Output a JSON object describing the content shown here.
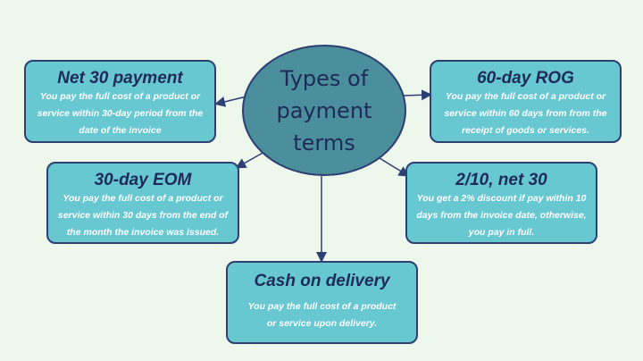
{
  "center": {
    "title": "Types of payment terms"
  },
  "cards": [
    {
      "heading": "Net 30 payment",
      "description": "You pay the full cost of a product or service within 30-day period from the date of the invoice"
    },
    {
      "heading": "60-day ROG",
      "description": "You pay the full cost of a product or service within 60 days from from the receipt of goods or services."
    },
    {
      "heading": "30-day EOM",
      "description": "You pay the full cost of a product or service within 30 days from the end of the month the invoice was issued."
    },
    {
      "heading": "2/10, net 30",
      "description": "You get a 2% discount if pay within 10 days from the invoice date, otherwise, you pay in full."
    },
    {
      "heading": "Cash on delivery",
      "description": "You pay the full cost of a product or service upon delivery."
    }
  ],
  "colors": {
    "background": "#eef7ec",
    "card_fill": "#67c8d2",
    "center_fill": "#4a8f9b",
    "outline": "#2e3f73",
    "heading_text": "#1f2a5a",
    "description_text": "#ffffff"
  }
}
